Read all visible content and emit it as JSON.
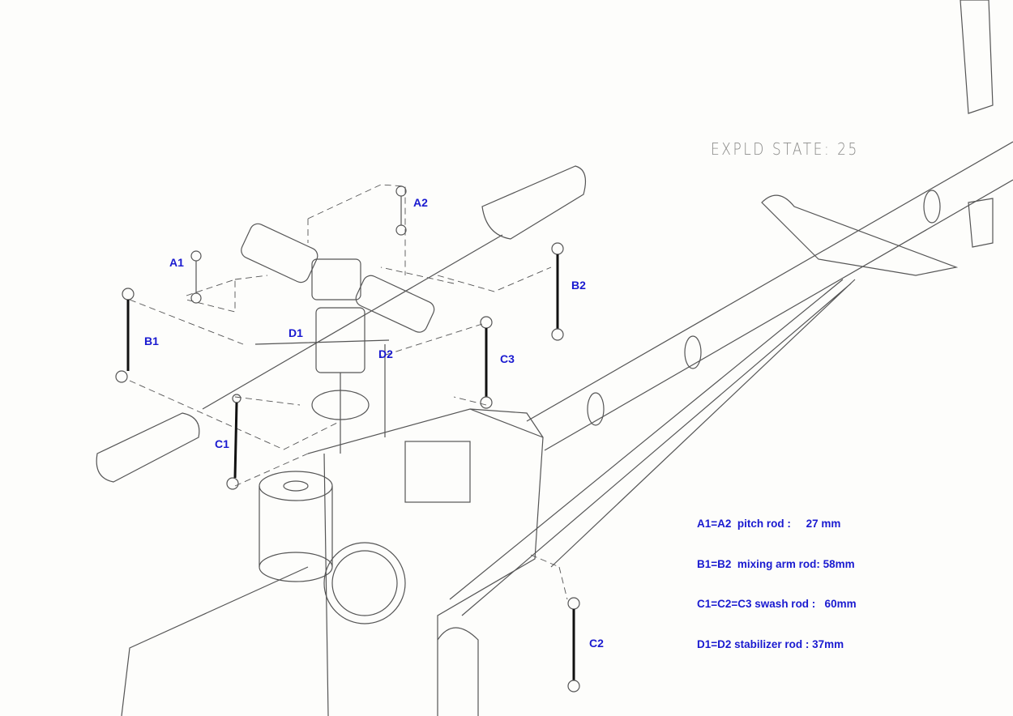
{
  "state_text": "EXPLD STATE: 25",
  "labels": {
    "A1": "A1",
    "A2": "A2",
    "B1": "B1",
    "B2": "B2",
    "C1": "C1",
    "C2": "C2",
    "C3": "C3",
    "D1": "D1",
    "D2": "D2"
  },
  "legend": [
    "A1=A2  pitch rod :     27 mm",
    "B1=B2  mixing arm rod: 58mm",
    "C1=C2=C3 swash rod :   60mm",
    "D1=D2 stabilizer rod : 37mm"
  ],
  "colors": {
    "label": "#1a1ad0",
    "line": "#555555"
  }
}
